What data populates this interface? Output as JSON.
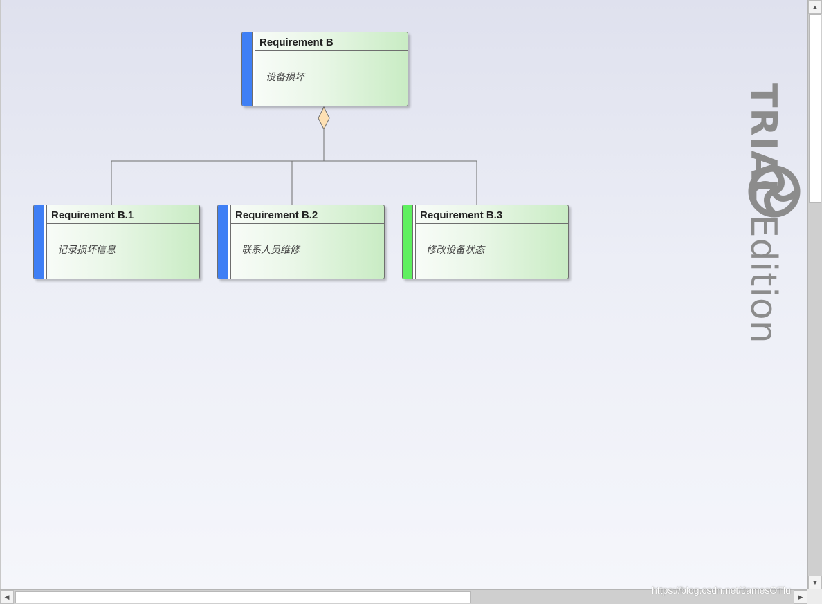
{
  "diagram": {
    "parent": {
      "title": "Requirement B",
      "description": "设备损坏",
      "stripe_color": "#3f7ff5"
    },
    "children": [
      {
        "title": "Requirement B.1",
        "description": "记录损坏信息",
        "stripe_color": "#3f7ff5"
      },
      {
        "title": "Requirement B.2",
        "description": "联系人员维修",
        "stripe_color": "#3f7ff5"
      },
      {
        "title": "Requirement B.3",
        "description": "修改设备状态",
        "stripe_color": "#5ff05f"
      }
    ],
    "connector": {
      "type": "aggregation",
      "diamond_color": "#fde0b4"
    }
  },
  "watermark": {
    "bold": "TRIAL",
    "light": "Edition",
    "logo": "ea-swirl-logo-icon",
    "color": "#8c8c8c"
  },
  "scrollbars": {
    "vertical": {
      "up_icon": "arrow-up-icon",
      "down_icon": "arrow-down-icon"
    },
    "horizontal": {
      "left_icon": "arrow-left-icon",
      "right_icon": "arrow-right-icon"
    }
  },
  "credit": "https://blog.csdn.net/JamesOTlu"
}
